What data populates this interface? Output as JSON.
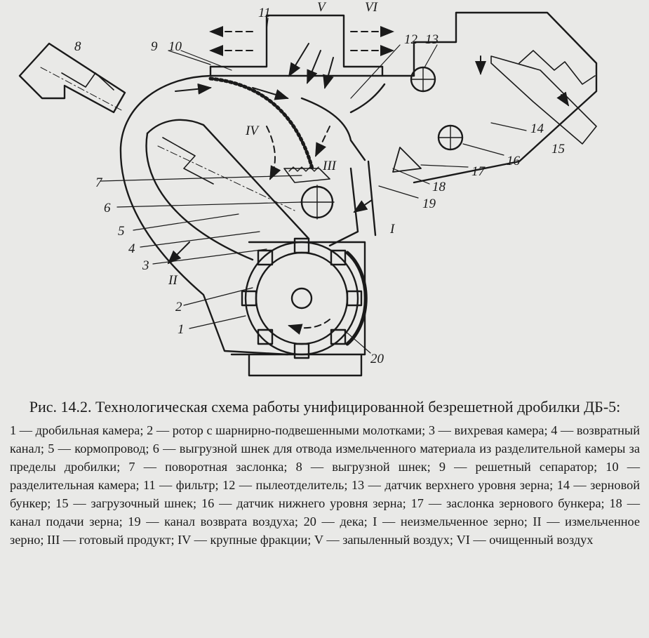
{
  "diagram": {
    "labels": {
      "n1": "1",
      "n2": "2",
      "n3": "3",
      "n4": "4",
      "n5": "5",
      "n6": "6",
      "n7": "7",
      "n8": "8",
      "n9": "9",
      "n10": "10",
      "n11": "11",
      "n12": "12",
      "n13": "13",
      "n14": "14",
      "n15": "15",
      "n16": "16",
      "n17": "17",
      "n18": "18",
      "n19": "19",
      "n20": "20",
      "rI": "I",
      "rII": "II",
      "rIII": "III",
      "rIV": "IV",
      "rV": "V",
      "rVI": "VI"
    }
  },
  "caption": {
    "title": "Рис. 14.2. Технологическая схема работы унифицированной безрешетной дробилки ДБ-5:",
    "body": "1 — дробильная камера; 2 — ротор с шарнирно-подвешенными молотками; 3 — вихревая камера; 4 — возвратный канал; 5 — кормопровод; 6 — выгрузной шнек для отвода измельченного материала из разделительной камеры за пределы дробилки; 7 — поворотная заслонка; 8 — выгрузной шнек; 9 — решетный сепаратор; 10 — разделительная камера; 11 — фильтр; 12 — пылеотделитель; 13 — датчик верхнего уровня зерна; 14 — зерновой бункер; 15 — загрузочный шнек; 16 — датчик нижнего уровня зерна; 17 — заслонка зернового бункера; 18 — канал подачи зерна; 19 — канал возврата воздуха; 20 — дека; I — неизмельченное зерно; II — измельченное зерно; III — готовый продукт; IV — крупные фракции; V — запыленный воздух; VI — очищенный воздух"
  }
}
